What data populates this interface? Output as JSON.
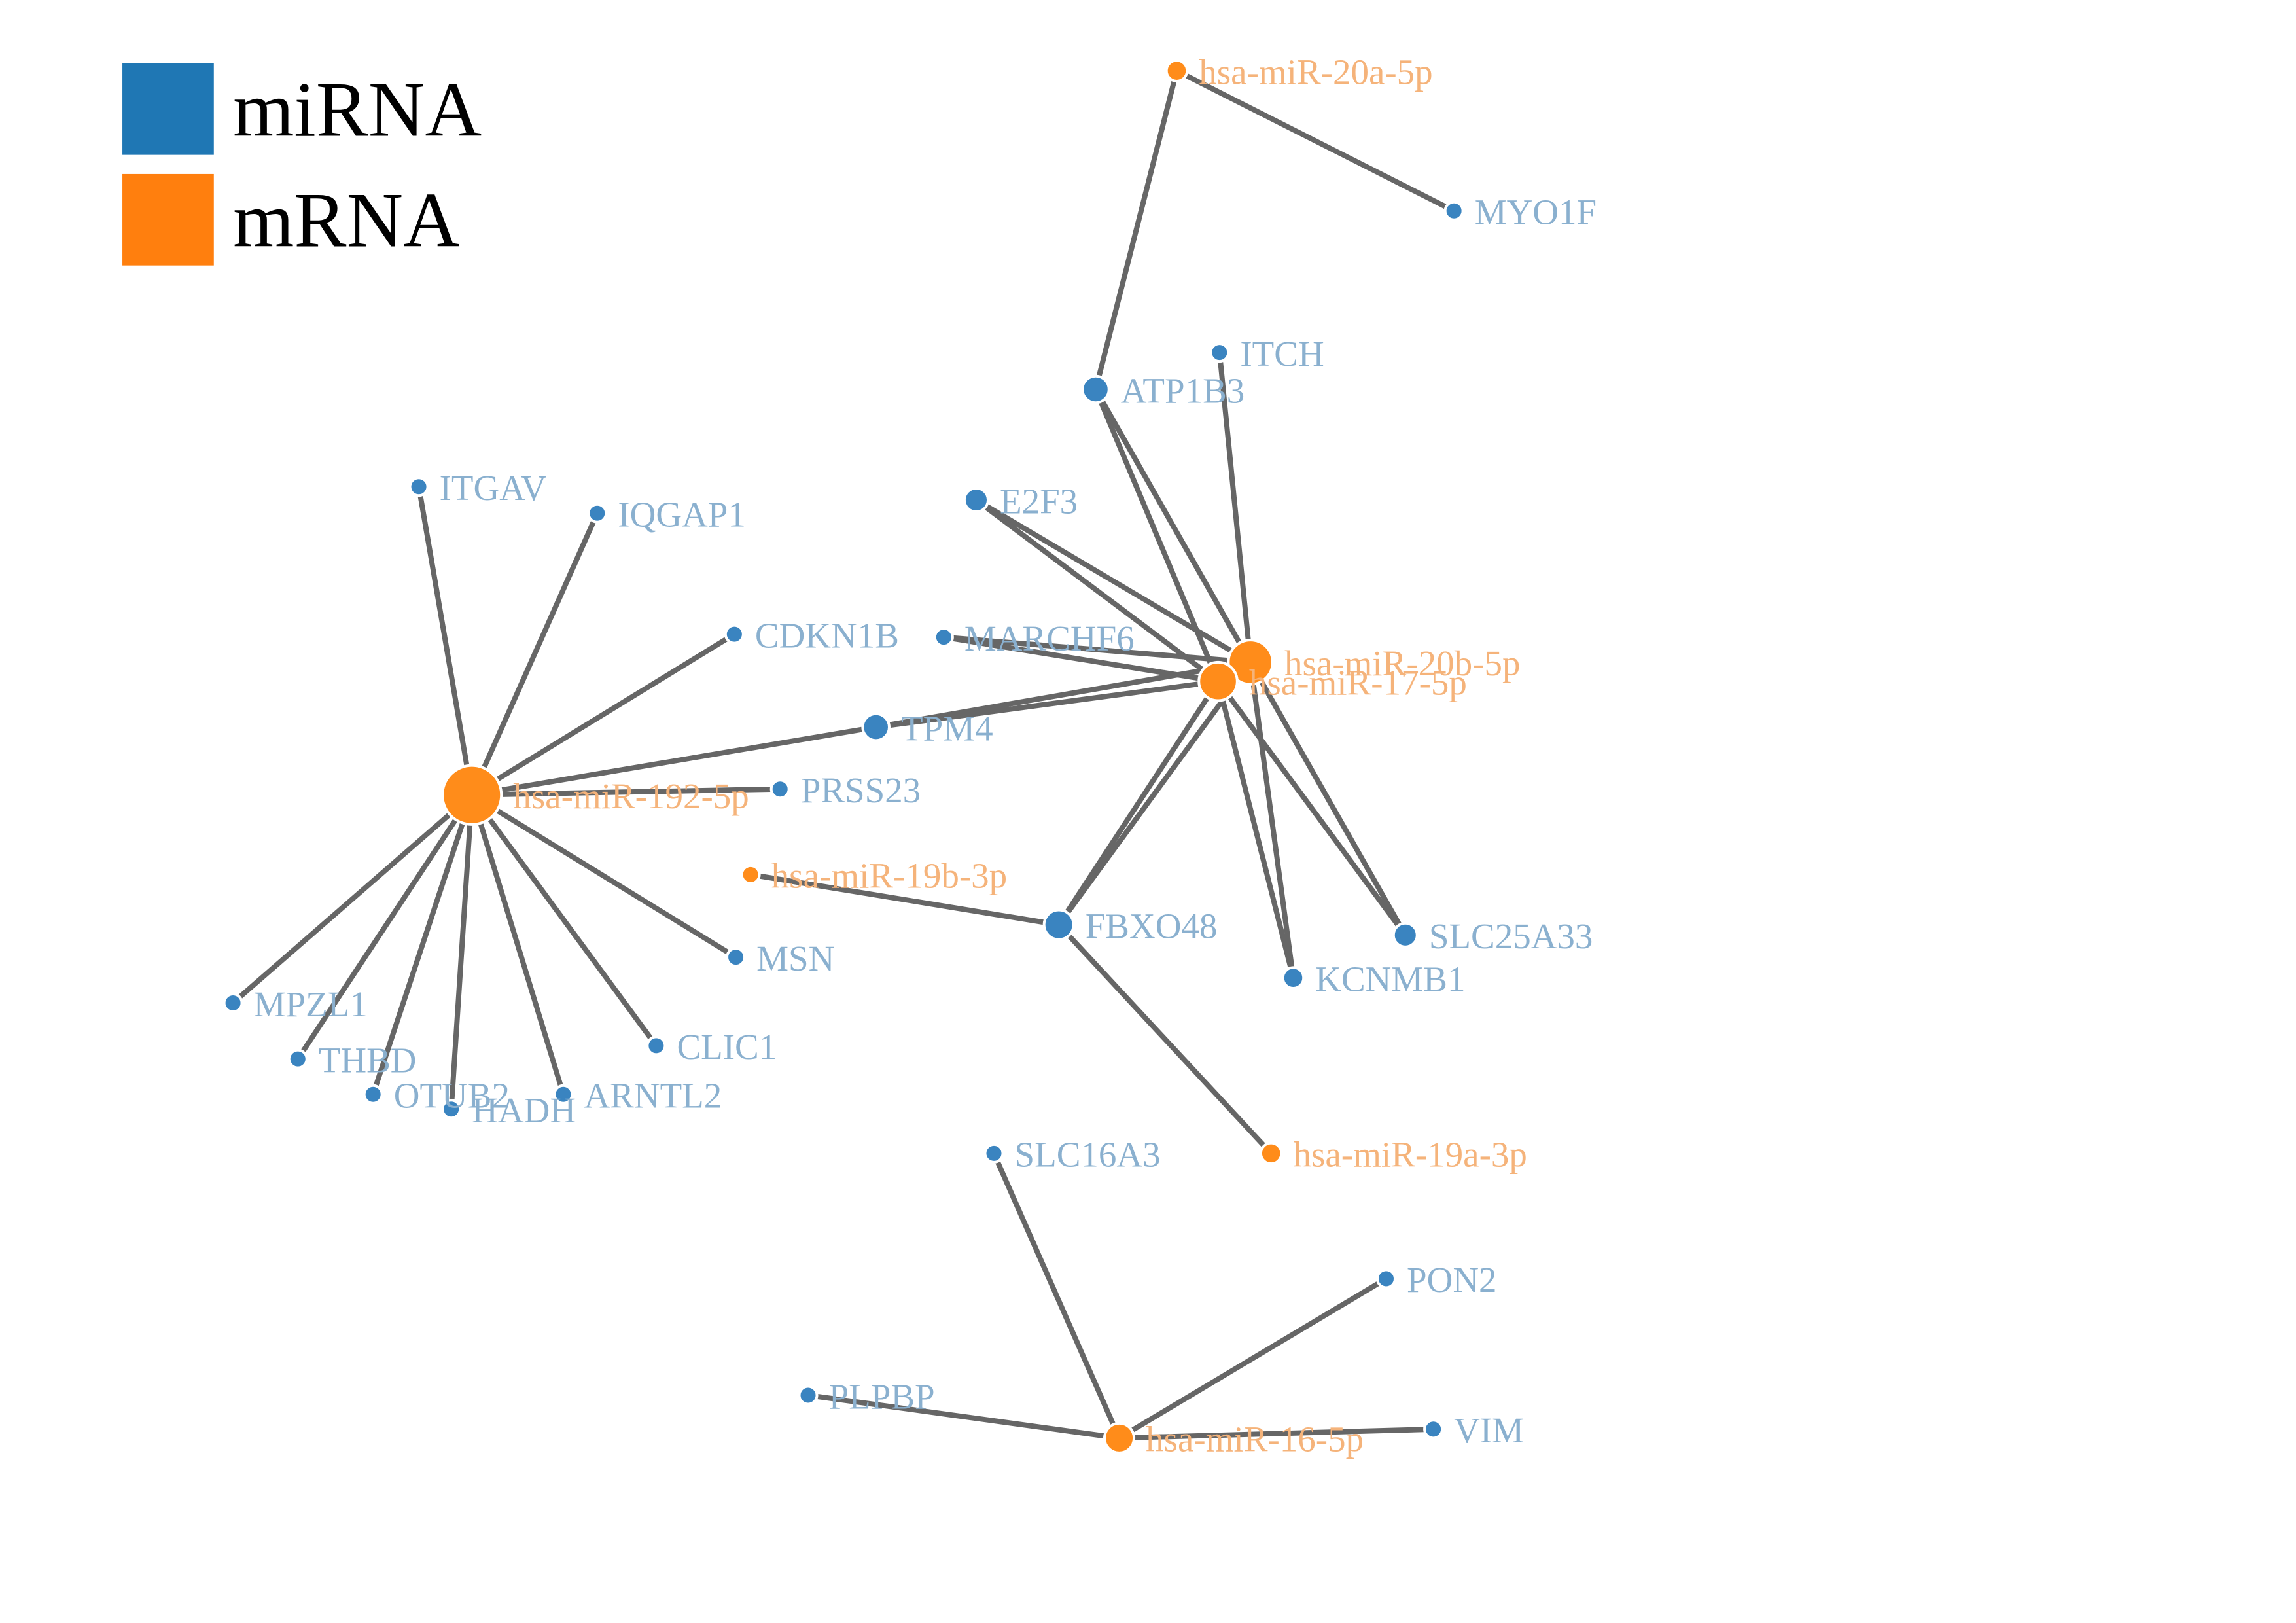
{
  "legend": [
    {
      "label": "miRNA",
      "color": "#1f77b4"
    },
    {
      "label": "mRNA",
      "color": "#ff7f0e"
    }
  ],
  "colors": {
    "blue_node": "#3a84c0",
    "orange_node": "#ff8c1a",
    "blue_label": "#8ab0cf",
    "orange_label": "#f5b37a",
    "edge": "#666666"
  },
  "nodes": [
    {
      "id": "hsa-miR-20a-5p",
      "group": "mRNA"
    },
    {
      "id": "MYO1F",
      "group": "miRNA"
    },
    {
      "id": "ITCH",
      "group": "miRNA"
    },
    {
      "id": "ATP1B3",
      "group": "miRNA"
    },
    {
      "id": "E2F3",
      "group": "miRNA"
    },
    {
      "id": "MARCHF6",
      "group": "miRNA"
    },
    {
      "id": "hsa-miR-20b-5p",
      "group": "mRNA"
    },
    {
      "id": "hsa-miR-17-5p",
      "group": "mRNA"
    },
    {
      "id": "TPM4",
      "group": "miRNA"
    },
    {
      "id": "ITGAV",
      "group": "miRNA"
    },
    {
      "id": "IQGAP1",
      "group": "miRNA"
    },
    {
      "id": "CDKN1B",
      "group": "miRNA"
    },
    {
      "id": "hsa-miR-192-5p",
      "group": "mRNA"
    },
    {
      "id": "PRSS23",
      "group": "miRNA"
    },
    {
      "id": "hsa-miR-19b-3p",
      "group": "mRNA"
    },
    {
      "id": "FBXO48",
      "group": "miRNA"
    },
    {
      "id": "SLC25A33",
      "group": "miRNA"
    },
    {
      "id": "KCNMB1",
      "group": "miRNA"
    },
    {
      "id": "MSN",
      "group": "miRNA"
    },
    {
      "id": "MPZL1",
      "group": "miRNA"
    },
    {
      "id": "THBD",
      "group": "miRNA"
    },
    {
      "id": "CLIC1",
      "group": "miRNA"
    },
    {
      "id": "OTUB2",
      "group": "miRNA"
    },
    {
      "id": "HADH",
      "group": "miRNA"
    },
    {
      "id": "ARNTL2",
      "group": "miRNA"
    },
    {
      "id": "SLC16A3",
      "group": "miRNA"
    },
    {
      "id": "hsa-miR-19a-3p",
      "group": "mRNA"
    },
    {
      "id": "PON2",
      "group": "miRNA"
    },
    {
      "id": "PLPBP",
      "group": "miRNA"
    },
    {
      "id": "hsa-miR-16-5p",
      "group": "mRNA"
    },
    {
      "id": "VIM",
      "group": "miRNA"
    }
  ],
  "edges": [
    [
      "hsa-miR-20a-5p",
      "MYO1F"
    ],
    [
      "hsa-miR-20a-5p",
      "ATP1B3"
    ],
    [
      "ATP1B3",
      "hsa-miR-20b-5p"
    ],
    [
      "ATP1B3",
      "hsa-miR-17-5p"
    ],
    [
      "ITCH",
      "hsa-miR-20b-5p"
    ],
    [
      "E2F3",
      "hsa-miR-20b-5p"
    ],
    [
      "E2F3",
      "hsa-miR-17-5p"
    ],
    [
      "MARCHF6",
      "hsa-miR-20b-5p"
    ],
    [
      "MARCHF6",
      "hsa-miR-17-5p"
    ],
    [
      "TPM4",
      "hsa-miR-20b-5p"
    ],
    [
      "TPM4",
      "hsa-miR-17-5p"
    ],
    [
      "TPM4",
      "hsa-miR-192-5p"
    ],
    [
      "FBXO48",
      "hsa-miR-20b-5p"
    ],
    [
      "FBXO48",
      "hsa-miR-17-5p"
    ],
    [
      "SLC25A33",
      "hsa-miR-20b-5p"
    ],
    [
      "SLC25A33",
      "hsa-miR-17-5p"
    ],
    [
      "KCNMB1",
      "hsa-miR-20b-5p"
    ],
    [
      "KCNMB1",
      "hsa-miR-17-5p"
    ],
    [
      "FBXO48",
      "hsa-miR-19b-3p"
    ],
    [
      "FBXO48",
      "hsa-miR-19a-3p"
    ],
    [
      "ITGAV",
      "hsa-miR-192-5p"
    ],
    [
      "IQGAP1",
      "hsa-miR-192-5p"
    ],
    [
      "CDKN1B",
      "hsa-miR-192-5p"
    ],
    [
      "PRSS23",
      "hsa-miR-192-5p"
    ],
    [
      "MSN",
      "hsa-miR-192-5p"
    ],
    [
      "MPZL1",
      "hsa-miR-192-5p"
    ],
    [
      "THBD",
      "hsa-miR-192-5p"
    ],
    [
      "CLIC1",
      "hsa-miR-192-5p"
    ],
    [
      "OTUB2",
      "hsa-miR-192-5p"
    ],
    [
      "HADH",
      "hsa-miR-192-5p"
    ],
    [
      "ARNTL2",
      "hsa-miR-192-5p"
    ],
    [
      "SLC16A3",
      "hsa-miR-16-5p"
    ],
    [
      "PON2",
      "hsa-miR-16-5p"
    ],
    [
      "PLPBP",
      "hsa-miR-16-5p"
    ],
    [
      "VIM",
      "hsa-miR-16-5p"
    ]
  ]
}
